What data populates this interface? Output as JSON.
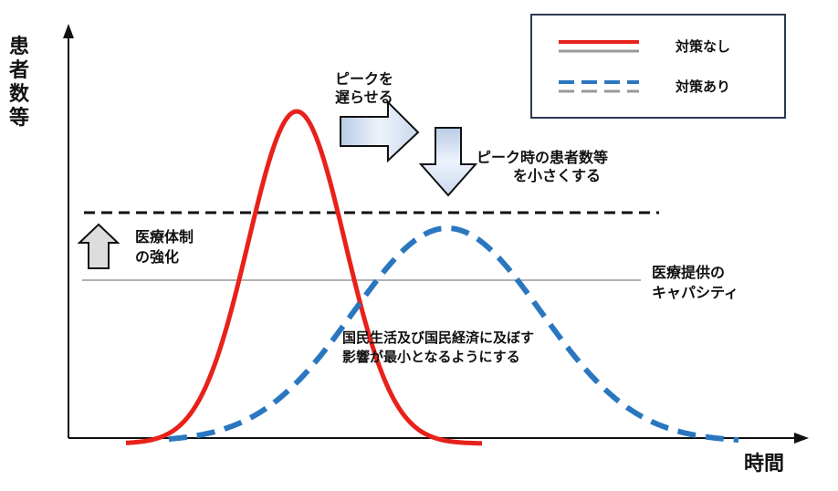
{
  "axes": {
    "y_label": "患者数等",
    "x_label": "時間"
  },
  "legend": {
    "items": [
      {
        "label": "対策なし",
        "color": "#e8211b",
        "style": "solid"
      },
      {
        "label": "対策あり",
        "color": "#2a77c0",
        "style": "dashed"
      }
    ]
  },
  "annotations": {
    "delay_peak": [
      "ピークを",
      "遅らせる"
    ],
    "reduce_peak": [
      "ピーク時の患者数等",
      "を小さくする"
    ],
    "strengthen": [
      "医療体制",
      "の強化"
    ],
    "capacity": [
      "医療提供の",
      "キャパシティ"
    ],
    "minimize": [
      "国民生活及び国民経済に及ぼす",
      "影響が最小となるようにする"
    ]
  },
  "colors": {
    "no_measures": "#e8211b",
    "with_measures": "#2a77c0",
    "capacity_line": "#999999",
    "arrow_fill": "#cfdcef"
  }
}
